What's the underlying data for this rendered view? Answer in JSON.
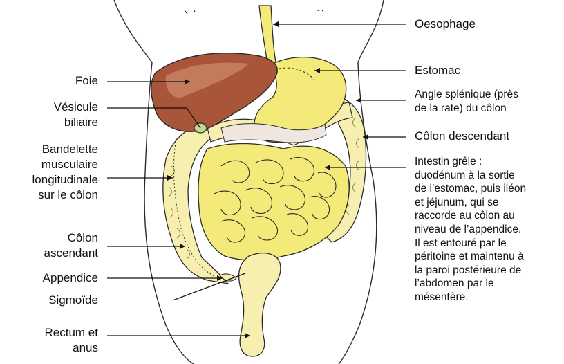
{
  "labels_left": [
    {
      "id": "foie",
      "lines": [
        "Foie"
      ]
    },
    {
      "id": "vesicule",
      "lines": [
        "Vésicule",
        "biliaire"
      ]
    },
    {
      "id": "bandelette",
      "lines": [
        "Bandelette",
        "musculaire",
        "longitudinale",
        "sur le côlon"
      ]
    },
    {
      "id": "colon-ascendant",
      "lines": [
        "Côlon",
        "ascendant"
      ]
    },
    {
      "id": "appendice",
      "lines": [
        "Appendice"
      ]
    },
    {
      "id": "sigmoide",
      "lines": [
        "Sigmoïde"
      ]
    },
    {
      "id": "rectum",
      "lines": [
        "Rectum et",
        "anus"
      ]
    }
  ],
  "labels_right": [
    {
      "id": "oesophage",
      "lines": [
        "Oesophage"
      ]
    },
    {
      "id": "estomac",
      "lines": [
        "Estomac"
      ]
    },
    {
      "id": "angle-splenique",
      "lines": [
        "Angle splénique (près",
        "de la rate) du côlon"
      ]
    },
    {
      "id": "colon-descendant",
      "lines": [
        "Côlon descendant"
      ]
    },
    {
      "id": "intestin-grele",
      "lines": [
        "Intestin grêle :",
        "duodénum à la sortie",
        "de l’estomac, puis iléon",
        "et jéjunum, qui se",
        "raccorde au côlon au",
        "niveau de l’appendice.",
        "Il est entouré par le",
        "péritoine et maintenu à",
        "la paroi postérieure de",
        "l’abdomen par le",
        "mésentère."
      ]
    }
  ],
  "colors": {
    "liver": "#a9553a",
    "liver_light": "#d08a6c",
    "yellow": "#f3ea7a",
    "yellow_dark": "#e2d64a",
    "colon": "#f6efb0",
    "outline": "#2a2a2a",
    "pancreas": "#f0e6e0",
    "green_tint": "#c8d68a"
  }
}
